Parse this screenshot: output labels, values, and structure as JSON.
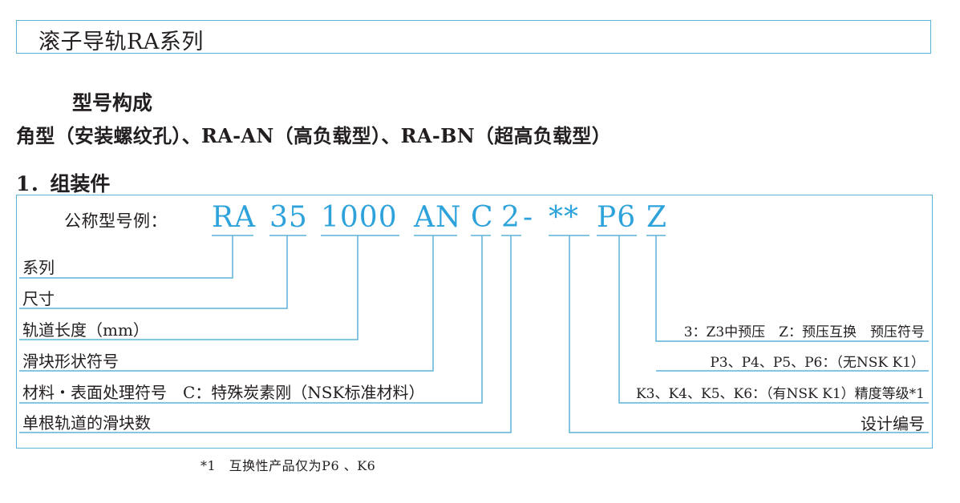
{
  "title": "滚子导轨RA系列",
  "subtitle": "型号构成",
  "types_line": "角型（安装螺纹孔）、RA-AN（高负载型）、RA-BN（超高负载型）",
  "section_heading": "1．组装件",
  "example": {
    "label": "公称型号例：",
    "segments": [
      "RA",
      "35",
      "1000",
      "AN",
      "C",
      "2",
      "-",
      "**",
      "P6",
      "Z"
    ]
  },
  "left_labels": [
    "系列",
    "尺寸",
    "轨道长度（mm）",
    "滑块形状符号",
    "材料・表面处理符号　C：特殊炭素刚（NSK标准材料）",
    "单根轨道的滑块数"
  ],
  "right_labels": [
    "3：Z3中预压　Z：预压互换　预压符号",
    "P3、P4、P5、P6：（无NSK K1）",
    "K3、K4、K5、K6：（有NSK K1）精度等级*1",
    "设计编号"
  ],
  "footnote": "*1　互换性产品仅为P6 、K6",
  "colors": {
    "accent": "#2ea3db",
    "border": "#5bb4d8",
    "text": "#231f20"
  }
}
